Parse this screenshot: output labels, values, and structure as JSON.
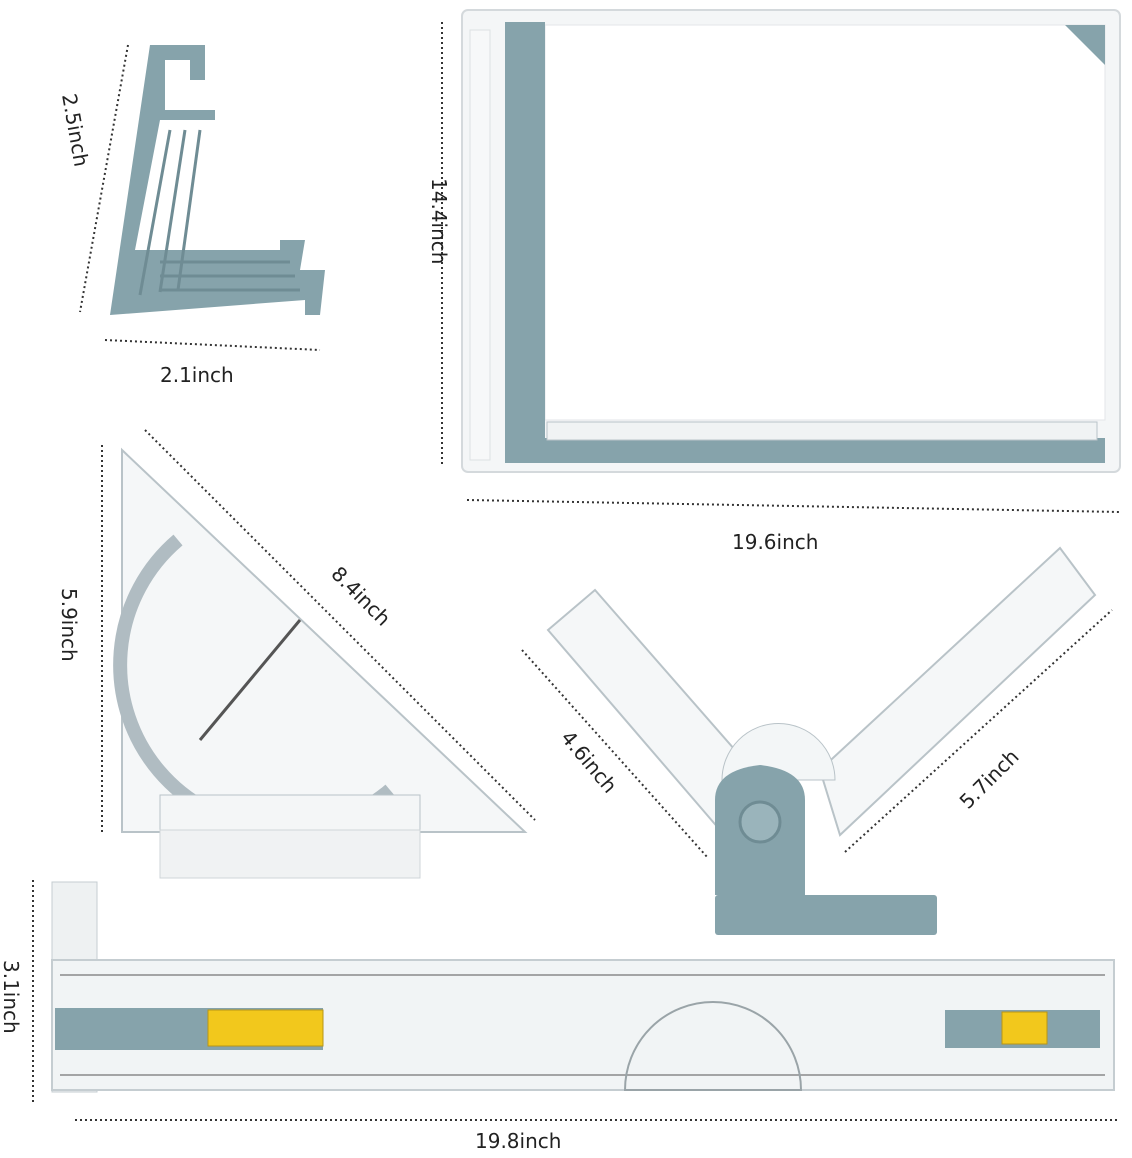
{
  "colors": {
    "plastic_blue": "#86a3ab",
    "slider_yellow": "#f2c81c",
    "background": "#ffffff"
  },
  "items": {
    "holder": {
      "height_label": "2.5inch",
      "width_label": "2.1inch"
    },
    "drawing_board": {
      "height_label": "14.4inch",
      "width_label": "19.6inch"
    },
    "set_square": {
      "height_label": "5.9inch",
      "hypotenuse_label": "8.4inch"
    },
    "protractor_arm": {
      "left_arm_label": "4.6inch",
      "right_arm_label": "5.7inch"
    },
    "t_square": {
      "height_label": "3.1inch",
      "width_label": "19.8inch"
    }
  }
}
